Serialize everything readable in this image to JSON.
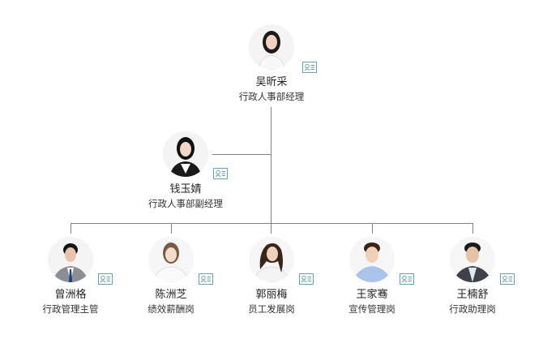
{
  "chart": {
    "type": "org-chart",
    "root": {
      "name": "吴昕采",
      "title": "行政人事部经理",
      "avatar": "female-white-shirt"
    },
    "assistant": {
      "name": "钱玉婧",
      "title": "行政人事部副经理",
      "avatar": "female-black-suit"
    },
    "staff": [
      {
        "name": "曾洲格",
        "title": "行政管理主管",
        "avatar": "male-grey-suit-blue-tie"
      },
      {
        "name": "陈洲芝",
        "title": "绩效薪酬岗",
        "avatar": "female-white-shirt"
      },
      {
        "name": "郭丽梅",
        "title": "员工发展岗",
        "avatar": "female-white-blouse-curly"
      },
      {
        "name": "王家骞",
        "title": "宣传管理岗",
        "avatar": "male-blue-shirt"
      },
      {
        "name": "王楠舒",
        "title": "行政助理岗",
        "avatar": "male-dark-blazer"
      }
    ]
  },
  "icons": {
    "card": "contact-card-icon"
  },
  "colors": {
    "line": "#808080",
    "icon": "#6aa3b0"
  }
}
